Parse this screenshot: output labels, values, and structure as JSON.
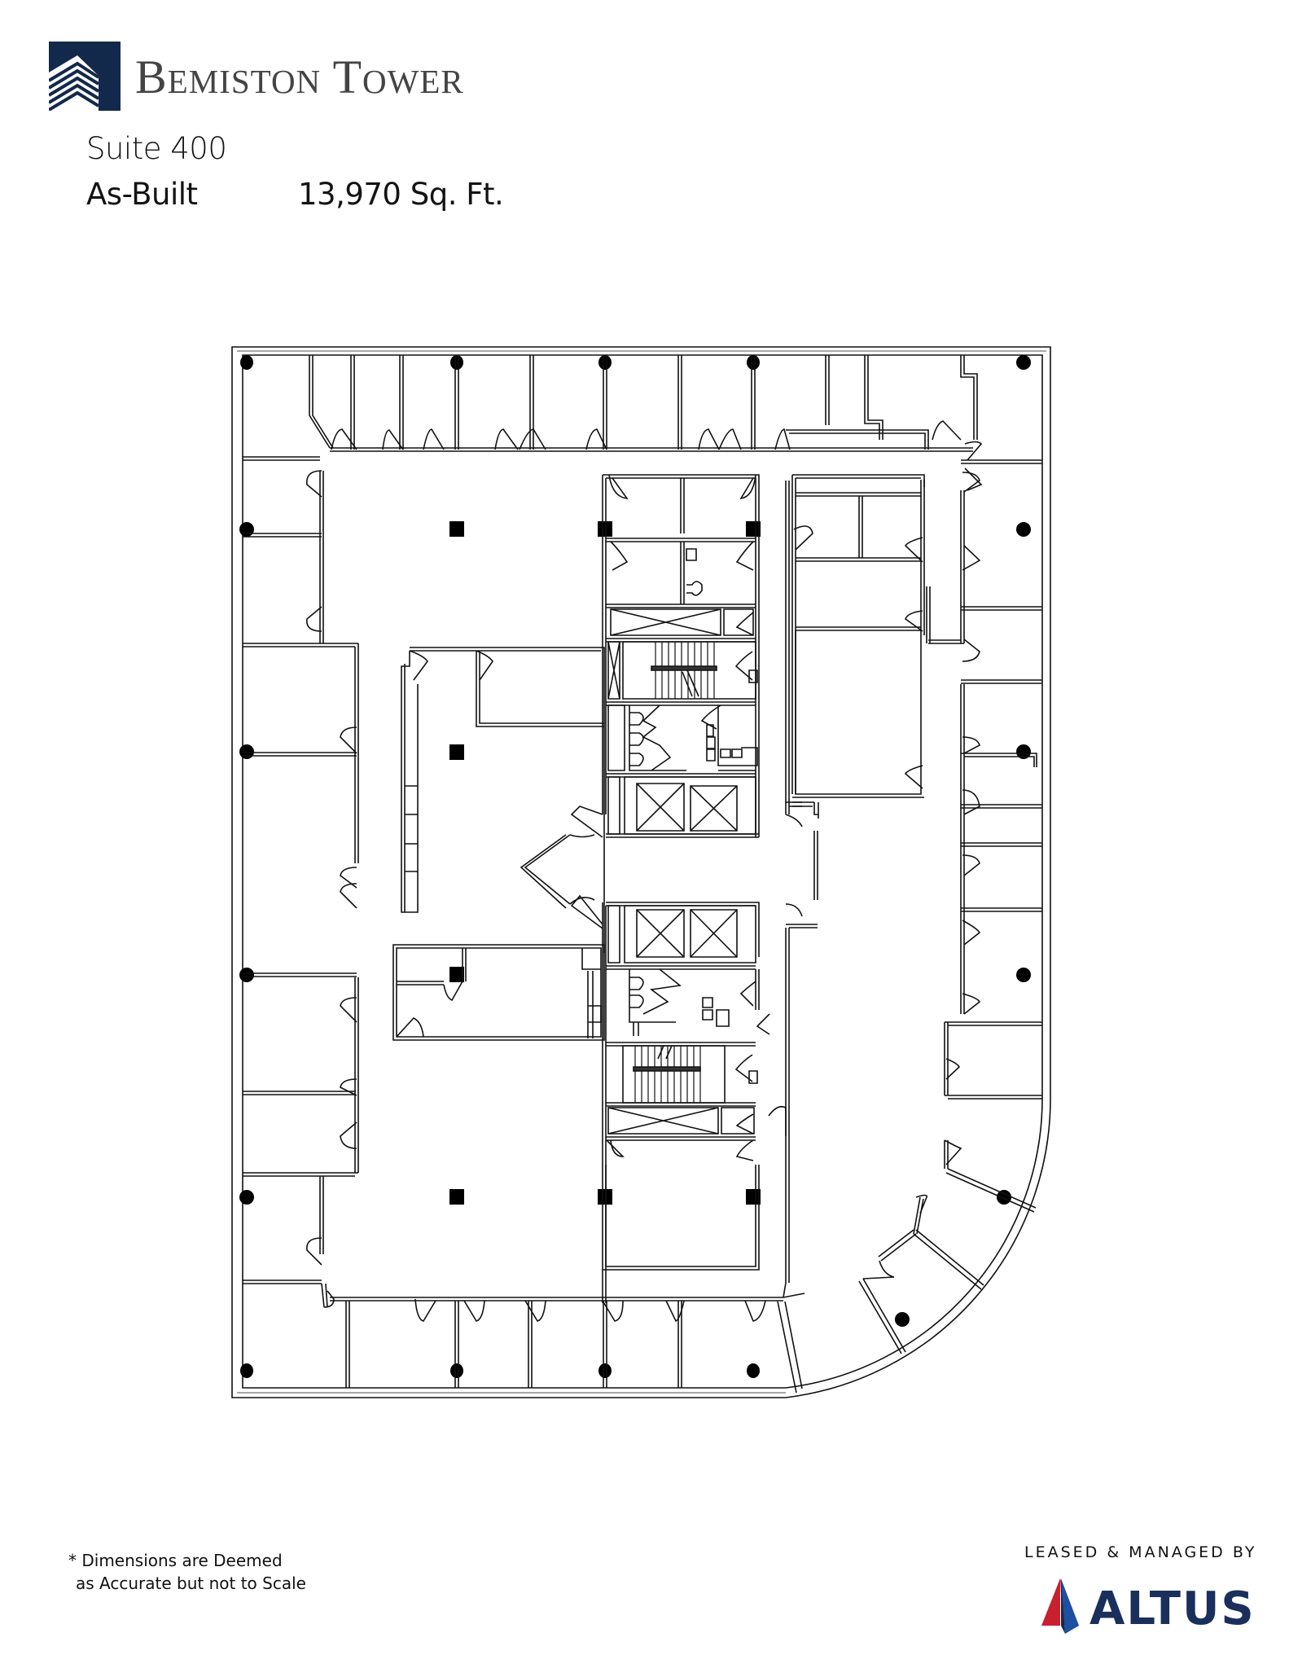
{
  "header": {
    "logo_icon": "building-stripes-icon",
    "title": "Bemiston Tower",
    "logo_color": "#13294b",
    "title_color": "#444444"
  },
  "suite": {
    "name": "Suite 400",
    "status": "As-Built",
    "area": "13,970 Sq. Ft."
  },
  "floor_plan": {
    "description": "Office floor plan with perimeter private offices, central core (stairs, restrooms, elevators), columns and curved southeast corner",
    "elevator_banks": 2,
    "elevators_per_bank": 2,
    "stairwells": 2,
    "line_color": "#111111"
  },
  "footer": {
    "disclaimer_line1": "* Dimensions are Deemed",
    "disclaimer_line2": "as Accurate but not to Scale",
    "leased_by_label": "LEASED & MANAGED BY",
    "company": "ALTUS",
    "company_color": "#1b2f5c",
    "accent_red": "#c8202f",
    "accent_blue": "#1e4fa0"
  }
}
